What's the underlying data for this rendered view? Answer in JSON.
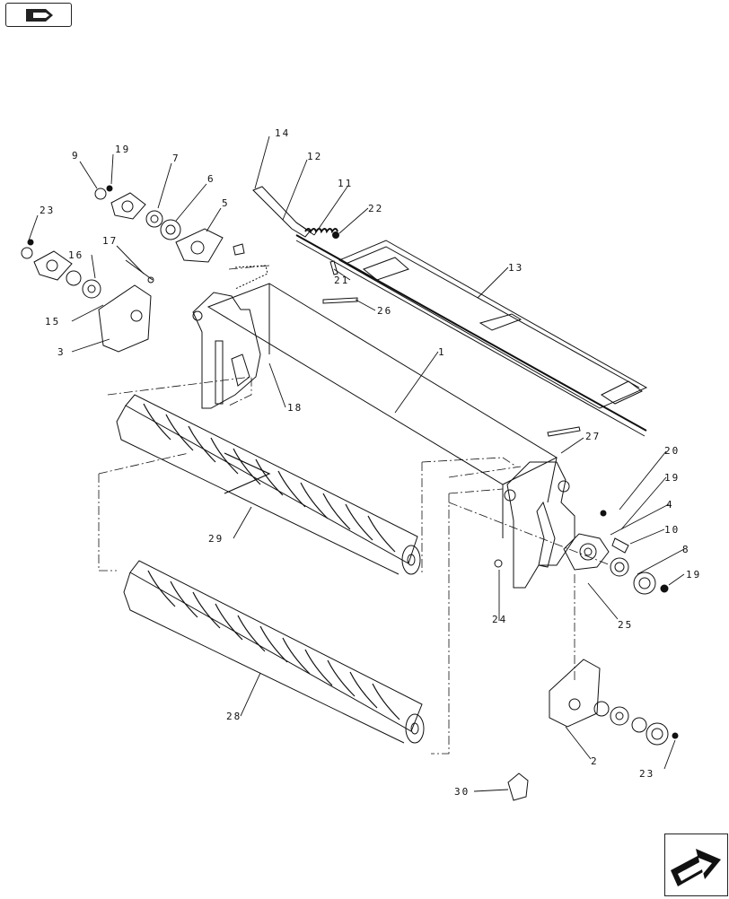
{
  "diagram": {
    "title": "",
    "callouts": {
      "c1": "1",
      "c2": "2",
      "c3": "3",
      "c4": "4",
      "c5": "5",
      "c6": "6",
      "c7": "7",
      "c8": "8",
      "c9": "9",
      "c10": "10",
      "c11": "11",
      "c12": "12",
      "c13": "13",
      "c14": "14",
      "c15": "15",
      "c16": "16",
      "c17": "17",
      "c18": "18",
      "c19a": "19",
      "c19b": "19",
      "c19c": "19",
      "c20": "20",
      "c21": "21",
      "c22": "22",
      "c23a": "23",
      "c23b": "23",
      "c24": "24",
      "c25": "25",
      "c26": "26",
      "c27": "27",
      "c28": "28",
      "c29": "29",
      "c30": "30"
    }
  },
  "navigation": {
    "prev_icon": "page-back-arrow-icon",
    "next_icon": "page-forward-arrow-icon"
  }
}
